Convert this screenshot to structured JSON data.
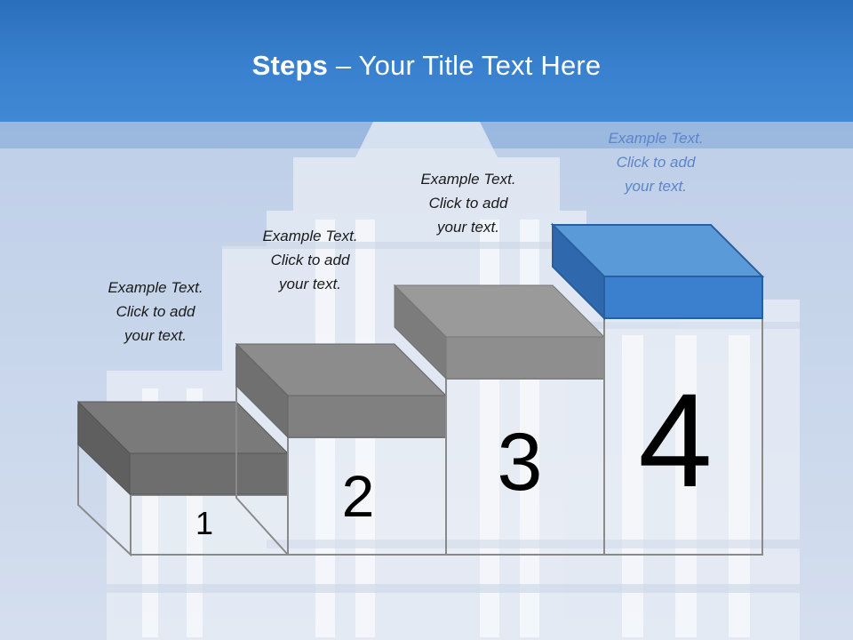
{
  "title": {
    "bold": "Steps",
    "rest": " – Your Title Text Here"
  },
  "steps": [
    {
      "number": "1",
      "lines": [
        "Example Text.",
        "Click  to add",
        "your text."
      ]
    },
    {
      "number": "2",
      "lines": [
        "Example Text.",
        "Click  to add",
        "your text."
      ]
    },
    {
      "number": "3",
      "lines": [
        "Example Text.",
        "Click  to add",
        "your text."
      ]
    },
    {
      "number": "4",
      "lines": [
        "Example Text.",
        "Click  to add",
        "your text."
      ]
    }
  ],
  "colors": {
    "header": "#3a82cf",
    "step_gray_top": "#8c8c8c",
    "step_gray_front": "#7d7d7d",
    "step_blue_top": "#5b9ad8",
    "step_blue_front": "#3b7fcf",
    "caption_highlight": "#5b86c9"
  },
  "icons": [
    "building-photo-background"
  ]
}
